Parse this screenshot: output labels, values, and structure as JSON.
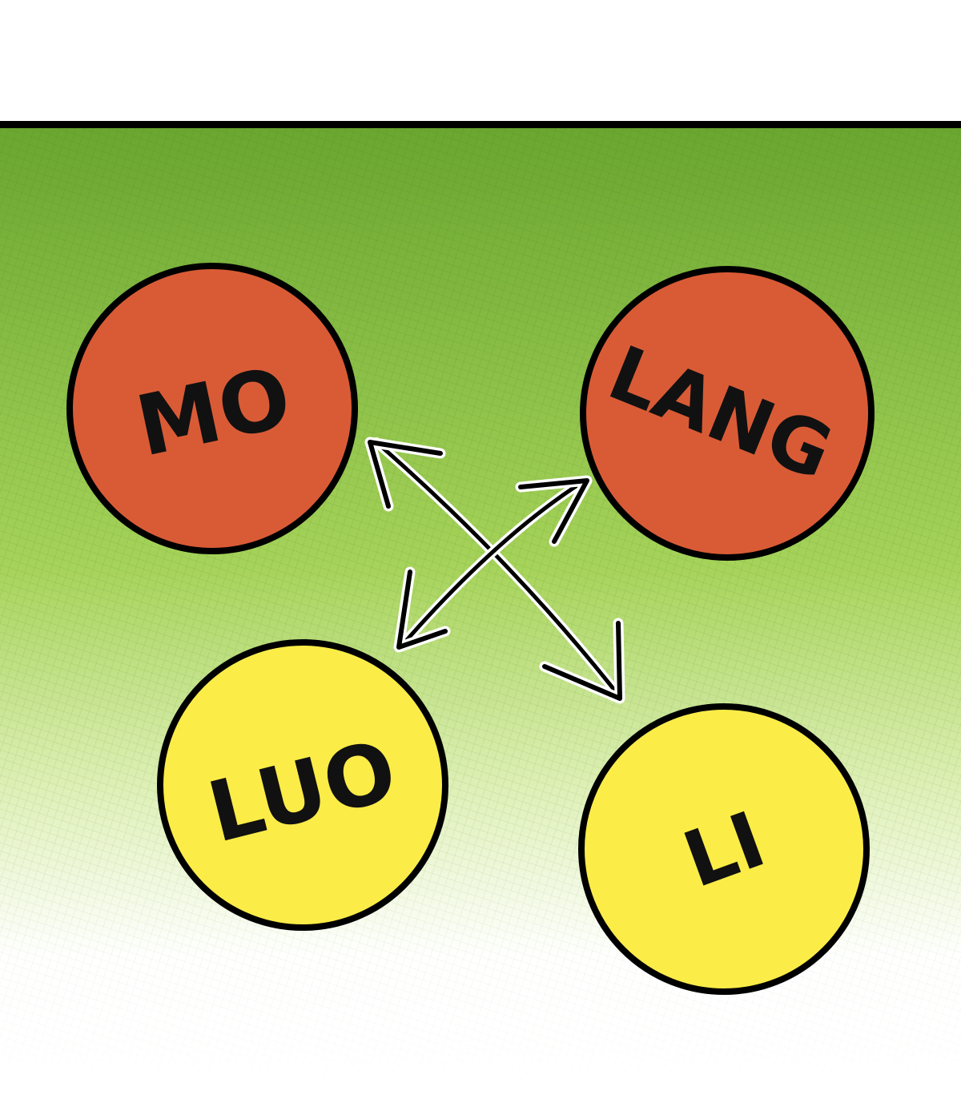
{
  "colors": {
    "background_top": "#6aa630",
    "background_mid": "#b8dd6e",
    "background_bottom": "#ffffff",
    "red_circle": "#d95b36",
    "yellow_circle": "#fbec48",
    "outline": "#000000"
  },
  "nodes": {
    "mo": {
      "label": "MO",
      "color_role": "red"
    },
    "lang": {
      "label": "LANG",
      "color_role": "red"
    },
    "luo": {
      "label": "LUO",
      "color_role": "yellow"
    },
    "li": {
      "label": "LI",
      "color_role": "yellow"
    }
  },
  "connections": [
    {
      "from": "MO",
      "to": "LI",
      "style": "double-headed-arrow"
    },
    {
      "from": "LANG",
      "to": "LUO",
      "style": "double-headed-arrow"
    }
  ]
}
